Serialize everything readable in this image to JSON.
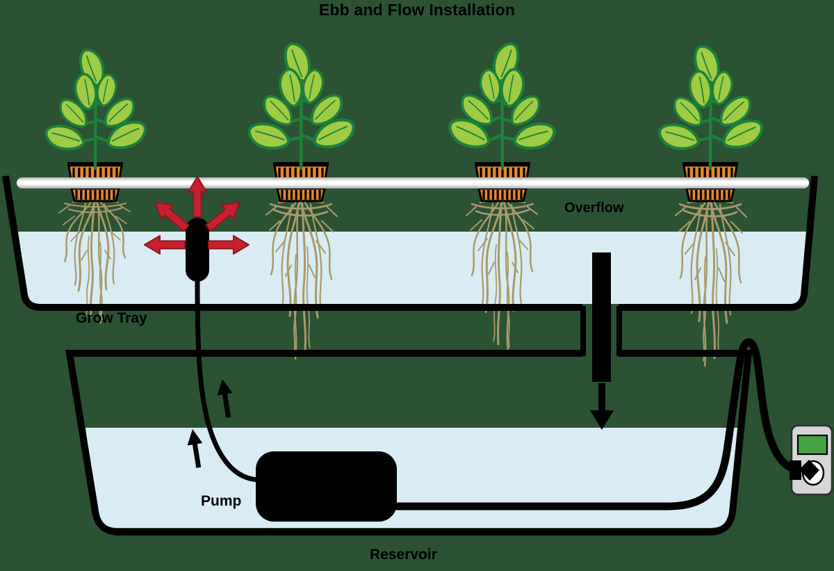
{
  "title": "Ebb and Flow Installation",
  "labels": {
    "grow_tray": "Grow Tray",
    "overflow": "Overflow",
    "pump": "Pump",
    "reservoir": "Reservoir"
  },
  "colors": {
    "background": "#2a5233",
    "water": "#d9ecf4",
    "line": "#000000",
    "leaf_fill": "#9fcb45",
    "leaf_stroke": "#1d8038",
    "pot_orange": "#e8872c",
    "root": "#a89a6b",
    "arrow_red": "#c6202f",
    "arrow_red_edge": "#8f1722",
    "rail_light": "#ffffff",
    "rail_shade": "#aeaeae",
    "timer_body": "#d6d6d6",
    "timer_border": "#2e2e2e",
    "timer_screen": "#46a145",
    "outlet_face": "#ffffff",
    "text": "#000000"
  }
}
